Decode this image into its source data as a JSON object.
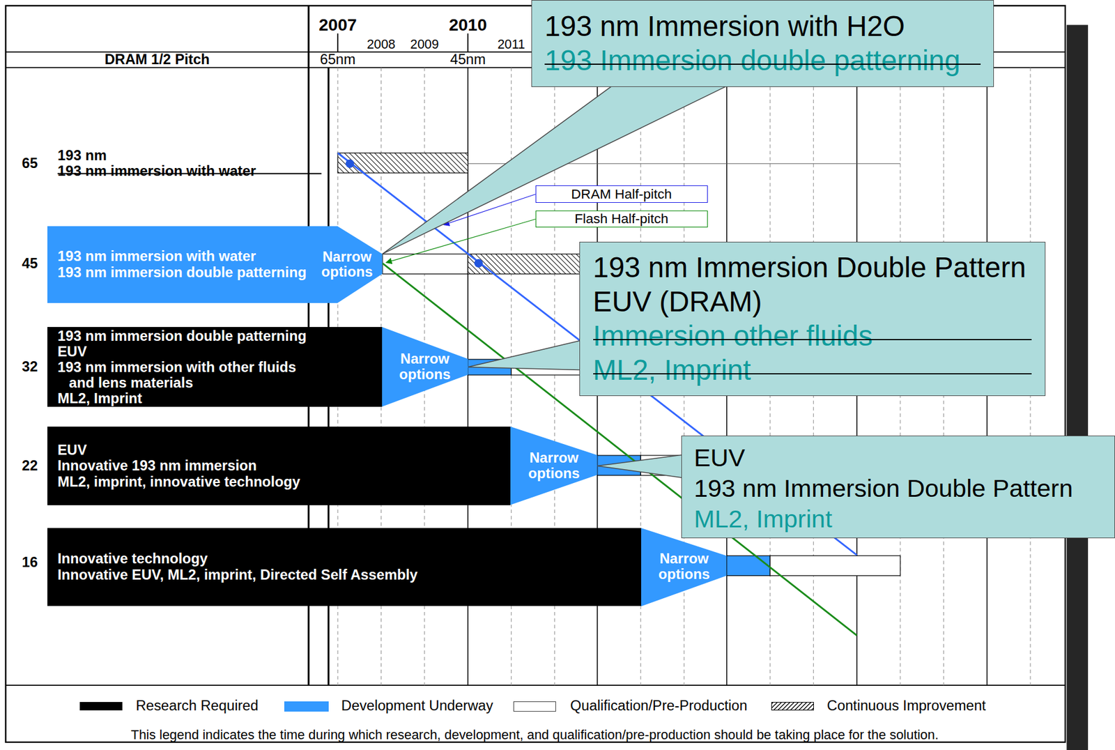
{
  "diagram": {
    "nodes": [
      {
        "text": [
          "193 nm Immersion with H2O",
          "193 Immersion double patterning"
        ]
      },
      {
        "text": [
          "DRAM Half-pitch"
        ]
      },
      {
        "text": [
          "Flash Half-pitch"
        ]
      },
      {
        "text": [
          "193 nm immersion with water",
          "193 nm immersion double patterning",
          "Narrow options"
        ]
      },
      {
        "text": [
          "193 nm Immersion Double Pattern",
          "EUV (DRAM)",
          "Immersion other fluids",
          "ML2, Imprint"
        ]
      },
      {
        "text": [
          "193 nm immersion double patterning",
          "EUV",
          "193 nm immersion with other fluids and lens materials",
          "ML2, Imprint"
        ]
      },
      {
        "text": [
          "Narrow options"
        ]
      },
      {
        "text": [
          "EUV",
          "Innovative 193 nm immersion",
          "ML2, imprint, innovative technology"
        ]
      },
      {
        "text": [
          "Narrow options"
        ]
      },
      {
        "text": [
          "EUV",
          "193 nm Immersion Double Pattern",
          "ML2, Imprint"
        ]
      },
      {
        "text": [
          "Innovative technology",
          "Innovative EUV, ML2, imprint, Directed Self Assembly"
        ]
      },
      {
        "text": [
          "Narrow options"
        ]
      }
    ],
    "edges": [
      {
        "from": 0,
        "to": 3,
        "arrow": "to"
      },
      {
        "from": 4,
        "to": 6,
        "arrow": "to"
      },
      {
        "from": 9,
        "to": 8,
        "arrow": "to"
      }
    ],
    "labels": [
      "2007",
      "2008",
      "2009",
      "2010",
      "2011",
      "DRAM 1/2 Pitch",
      "65nm",
      "45nm",
      "65",
      "193 nm",
      "193 nm immersion with water",
      "45",
      "32",
      "22",
      "16",
      "This legend indicates the time during which research, development, and qualification/pre-production should be taking place for the solution."
    ],
    "legend": [
      {
        "text": "Research Required",
        "color": "#000000"
      },
      {
        "text": "Development Underway",
        "color": "#3399ff"
      },
      {
        "text": "Qualification/Pre-Production"
      },
      {
        "text": "Continuous Improvement"
      }
    ]
  }
}
